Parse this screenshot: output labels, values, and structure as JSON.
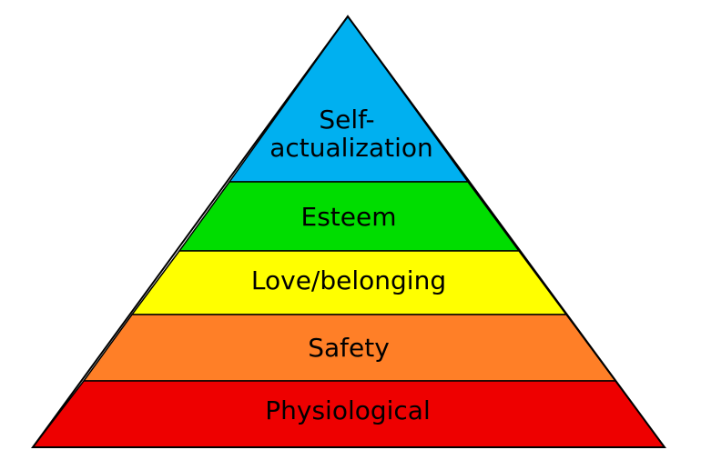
{
  "tiers": [
    {
      "id": "self-actualization",
      "lines": [
        "Self-",
        "actualization"
      ],
      "color": "#00b0f0"
    },
    {
      "id": "esteem",
      "lines": [
        "Esteem"
      ],
      "color": "#00dd00"
    },
    {
      "id": "love-belonging",
      "lines": [
        "Love/belonging"
      ],
      "color": "#ffff00"
    },
    {
      "id": "safety",
      "lines": [
        "Safety"
      ],
      "color": "#ff7f27"
    },
    {
      "id": "physiological",
      "lines": [
        "Physiological"
      ],
      "color": "#ee0000"
    }
  ]
}
